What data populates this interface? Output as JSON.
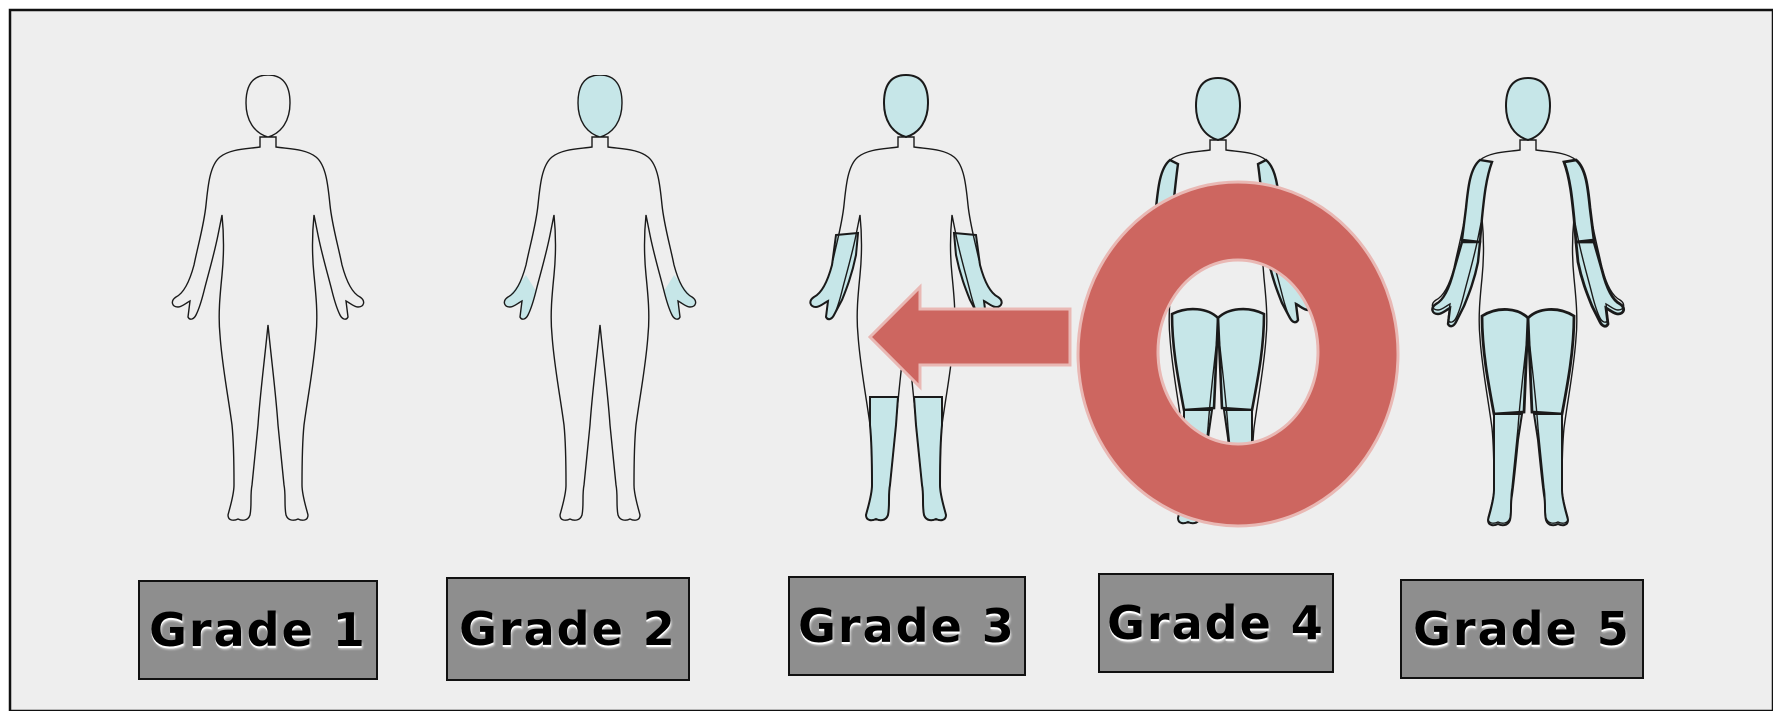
{
  "colors": {
    "background": "#eeeeee",
    "frame": "#111111",
    "fill_affected": "#c6e6e8",
    "outline": "#1a1a1a",
    "label_box": "#8e8e8e",
    "arrow_ring": "#cd6660",
    "arrow_ring_edge": "#e9b8b4"
  },
  "figures": [
    {
      "id": "grade-1",
      "label": "Grade 1",
      "affected": []
    },
    {
      "id": "grade-2",
      "label": "Grade 2",
      "affected": [
        "head",
        "hands"
      ]
    },
    {
      "id": "grade-3",
      "label": "Grade 3",
      "affected": [
        "head",
        "forearms",
        "lower-legs"
      ]
    },
    {
      "id": "grade-4",
      "label": "Grade 4",
      "affected": [
        "head",
        "upper-arms",
        "forearms",
        "thighs",
        "lower-legs"
      ]
    },
    {
      "id": "grade-5",
      "label": "Grade 5",
      "affected": [
        "head",
        "upper-arms",
        "forearms",
        "thighs",
        "lower-legs"
      ]
    }
  ],
  "overlay": {
    "icons": [
      "circular-ring-icon",
      "left-arrow-icon"
    ]
  }
}
